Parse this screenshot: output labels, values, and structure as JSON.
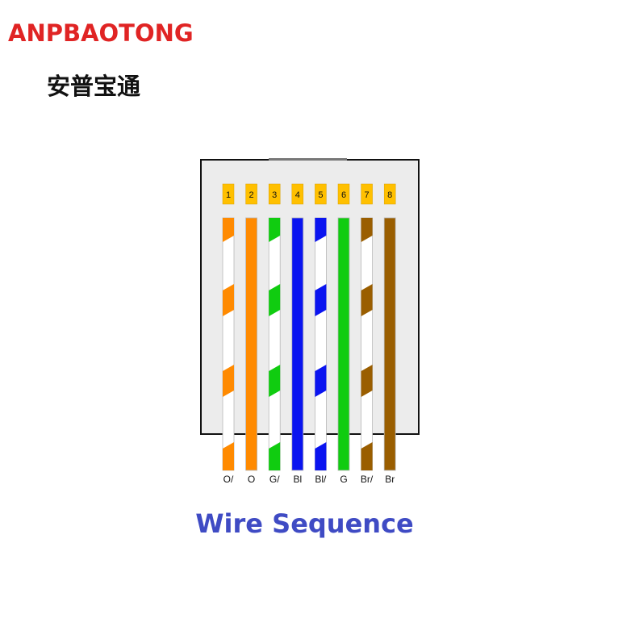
{
  "brand": {
    "name_en": "ANPBAOTONG",
    "name_cn": "安普宝通",
    "color": "#e02424"
  },
  "diagram": {
    "title": "Wire Sequence",
    "title_color": "#3f4bc4",
    "pins": [
      {
        "number": "1",
        "label": "O/",
        "color": "#ff8a00",
        "striped": true
      },
      {
        "number": "2",
        "label": "O",
        "color": "#ff8a00",
        "striped": false
      },
      {
        "number": "3",
        "label": "G/",
        "color": "#10cc10",
        "striped": true
      },
      {
        "number": "4",
        "label": "Bl",
        "color": "#0a14f0",
        "striped": false
      },
      {
        "number": "5",
        "label": "Bl/",
        "color": "#0a14f0",
        "striped": true
      },
      {
        "number": "6",
        "label": "G",
        "color": "#10cc10",
        "striped": false
      },
      {
        "number": "7",
        "label": "Br/",
        "color": "#9a5e00",
        "striped": true
      },
      {
        "number": "8",
        "label": "Br",
        "color": "#9a5e00",
        "striped": false
      }
    ],
    "pin_box_color": "#ffc000"
  }
}
